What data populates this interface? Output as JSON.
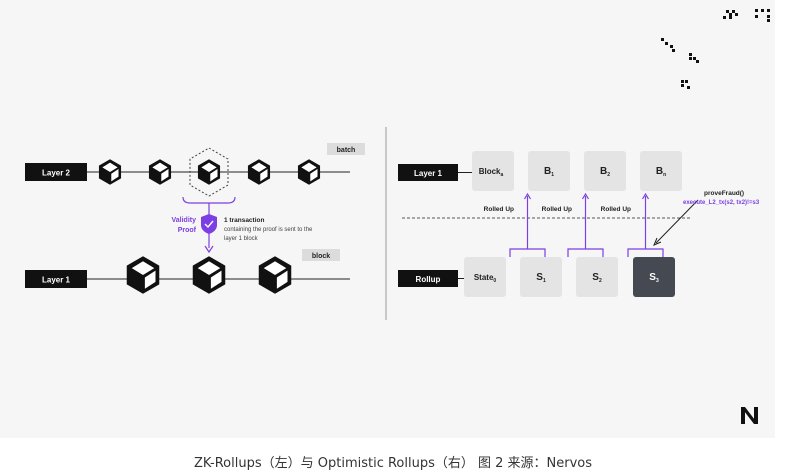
{
  "left": {
    "layer2_label": "Layer 2",
    "layer1_label": "Layer 1",
    "batch_tag": "batch",
    "block_tag": "block",
    "validity_proof_line1": "Validity",
    "validity_proof_line2": "Proof",
    "tx_line1": "1 transaction",
    "tx_line2": "containing the proof is sent to the",
    "tx_line3": "layer 1 block"
  },
  "right": {
    "layer1_label": "Layer 1",
    "rollup_label": "Rollup",
    "blocks": [
      {
        "main": "Block",
        "sub": "a"
      },
      {
        "main": "B",
        "sub": "1"
      },
      {
        "main": "B",
        "sub": "2"
      },
      {
        "main": "B",
        "sub": "n"
      }
    ],
    "states": [
      {
        "main": "State",
        "sub": "0"
      },
      {
        "main": "S",
        "sub": "1"
      },
      {
        "main": "S",
        "sub": "2"
      },
      {
        "main": "S",
        "sub": "3"
      }
    ],
    "rolled_up": [
      "Rolled Up",
      "Rolled Up",
      "Rolled Up"
    ],
    "fraud_line1": "proveFraud()",
    "fraud_line2": "execute_L2_tx(s2, tx2)!=s3"
  },
  "colors": {
    "accent": "#7b3fe4",
    "dark": "#111111",
    "dark_box": "#454a52",
    "light_box": "#e4e4e4"
  },
  "caption": "ZK-Rollups（左）与 Optimistic Rollups（右） 图 2 来源：Nervos"
}
